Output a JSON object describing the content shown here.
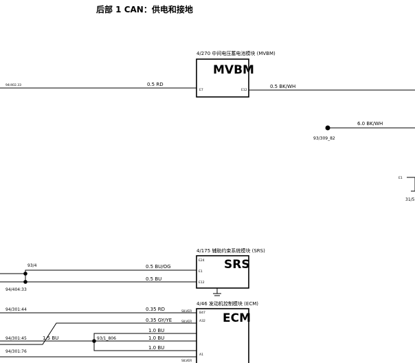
{
  "title": "后部 1 CAN：供电和接地",
  "modules": {
    "mvbm": {
      "label": "4/270 中间电压蓄电池模块 (MVBM)",
      "name": "MVBM",
      "pin_left": "E7",
      "pin_right": "E12"
    },
    "srs": {
      "label": "4/175 辅助约束系统模块 (SRS)",
      "name": "SRS",
      "pins": [
        "E24",
        "E1",
        "E12"
      ]
    },
    "ecm": {
      "label": "4/46 发动机控制模块 (ECM)",
      "name": "ECM",
      "pins": [
        "B47",
        "A32",
        "A1"
      ],
      "connector_tag": "SILVER"
    }
  },
  "connectors": {
    "top_left": "94/402.33",
    "gnd_93_309": "93/309_82",
    "far_right_pin": "E1",
    "far_right_label": "31/5",
    "c93_4": "93/4",
    "c94_404": "94/404:33",
    "c94_301_44": "94/301:44",
    "c94_301_45": "94/301:45",
    "c94_301_76": "94/301:76",
    "c93_1_806": "93/1_806"
  },
  "wires": {
    "mvbm_in": "0.5 RD",
    "mvbm_out": "0.5 BK/WH",
    "gnd_feed": "6.0 BK/WH",
    "srs_1": "0.5 BU/OG",
    "srs_2": "0.5 BU",
    "ecm_1": "0.35 RD",
    "ecm_2": "0.35 GY/YE",
    "ecm_3": "1.0 BU",
    "ecm_4": "1.0 BU",
    "ecm_5": "1.0 BU",
    "left_bu": "1.5 BU"
  }
}
